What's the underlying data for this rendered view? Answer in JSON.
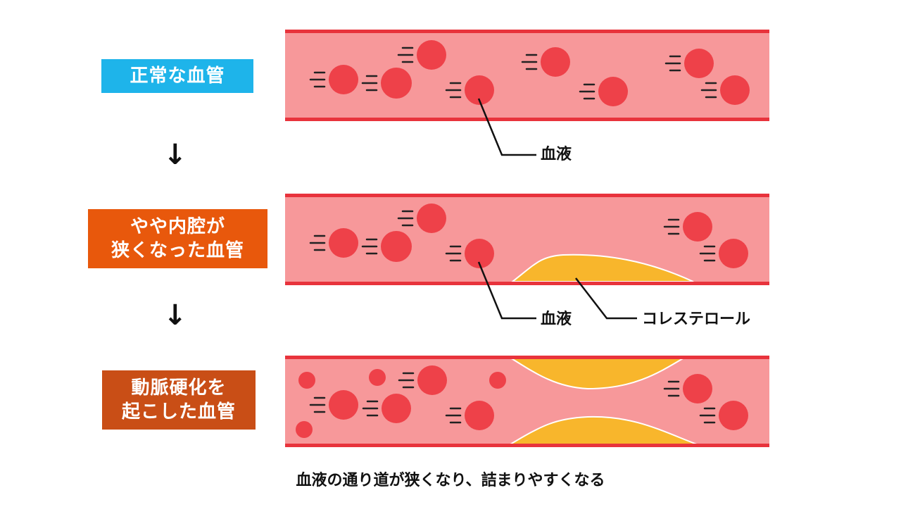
{
  "stages": [
    {
      "label_lines": [
        "正常な血管"
      ],
      "color": "#1eb4ea"
    },
    {
      "label_lines": [
        "やや内腔が",
        "狭くなった血管"
      ],
      "color": "#e8580c"
    },
    {
      "label_lines": [
        "動脈硬化を",
        "起こした血管"
      ],
      "color": "#c94e16"
    }
  ],
  "arrows": [
    "↓",
    "↓"
  ],
  "callouts": {
    "blood_1": "血液",
    "blood_2": "血液",
    "cholesterol": "コレステロール"
  },
  "caption": "血液の通り道が狭くなり、詰まりやすくなる",
  "colors": {
    "vessel_fill": "#f7989a",
    "vessel_wall": "#e8333c",
    "blood_cell": "#ee4149",
    "plaque": "#f8b62c",
    "plaque_edge": "#ffffff",
    "leader": "#111111"
  }
}
